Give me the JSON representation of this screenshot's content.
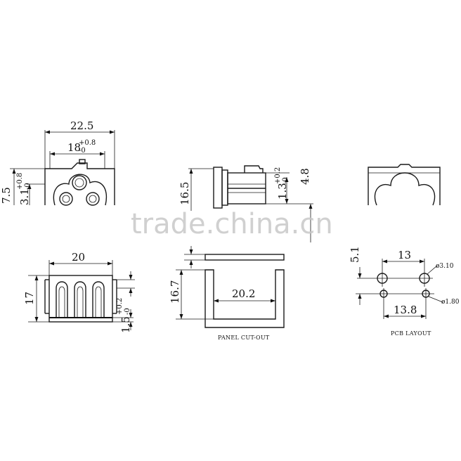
{
  "watermark": "trade.china.cn",
  "front_view": {
    "width": "22.5",
    "slot_width": "18",
    "slot_tol_plus": "+0.8",
    "slot_tol_minus": "-0",
    "height": "7.5",
    "height2": "3.1",
    "height2_tol_plus": "+0.8",
    "height2_tol_minus": "-0"
  },
  "side_view": {
    "height": "16.5",
    "offset": "1.3",
    "offset_tol_plus": "+0.2",
    "offset_tol_minus": "-0",
    "depth": "4.8"
  },
  "bottom_view": {
    "width": "20",
    "height": "17",
    "thickness": "1.5",
    "thickness_tol_plus": "+0.2",
    "thickness_tol_minus": "-0"
  },
  "panel_cutout": {
    "caption": "PANEL CUT-OUT",
    "height": "16.7",
    "width": "20.2"
  },
  "pcb_layout": {
    "caption": "PCB LAYOUT",
    "spacing_top": "13",
    "spacing_bottom": "13.8",
    "vertical": "5.1",
    "hole_large": "ø3.10",
    "hole_small": "ø1.80"
  }
}
